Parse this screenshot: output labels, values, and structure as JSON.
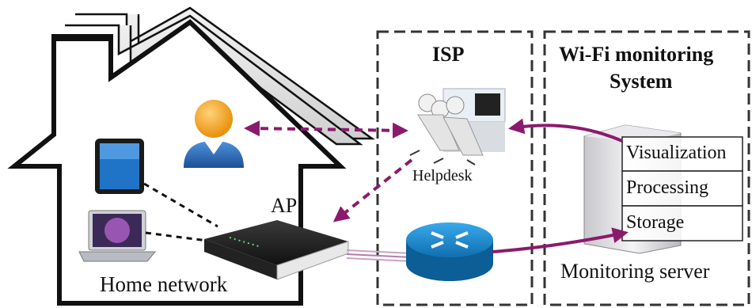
{
  "labels": {
    "isp": "ISP",
    "wifi_monitoring_line1": "Wi-Fi monitoring",
    "wifi_monitoring_line2": "System",
    "helpdesk": "Helpdesk",
    "ap": "AP",
    "home_network": "Home network",
    "monitoring_server": "Monitoring server"
  },
  "server_layers": [
    "Visualization",
    "Processing",
    "Storage"
  ],
  "colors": {
    "arrow": "#8b1a6e",
    "outline": "#111111",
    "router_blue": "#1f8fd1",
    "user_orange": "#f3a21c",
    "user_blue": "#2b6cb8"
  }
}
